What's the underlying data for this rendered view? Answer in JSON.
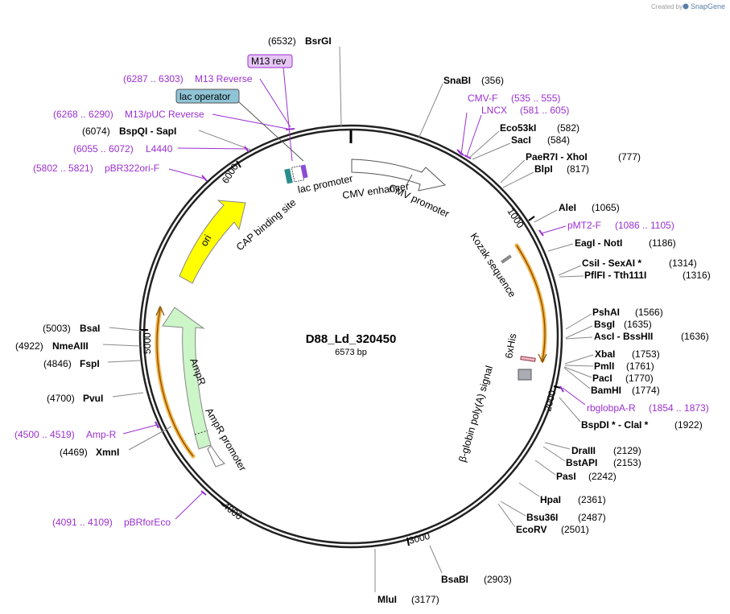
{
  "map": {
    "name": "D88_Ld_320450",
    "length_label": "6573 bp"
  },
  "credit": {
    "prefix": "Created by",
    "brand": "SnapGene"
  },
  "position_ticks": [
    "1000",
    "2000",
    "3000",
    "4000",
    "5000",
    "6000"
  ],
  "restriction_sites": [
    {
      "pos": "(6532)",
      "name": "BsrGI"
    },
    {
      "pos": "(356)",
      "name": "SnaBI"
    },
    {
      "pos": "(582)",
      "name": "Eco53kI"
    },
    {
      "pos": "(584)",
      "name": "SacI"
    },
    {
      "pos": "(777)",
      "name": "PaeR7I - XhoI"
    },
    {
      "pos": "(817)",
      "name": "BlpI"
    },
    {
      "pos": "(1065)",
      "name": "AleI"
    },
    {
      "pos": "(1186)",
      "name": "EagI - NotI"
    },
    {
      "pos": "(1314)",
      "name": "CsiI - SexAI *"
    },
    {
      "pos": "(1316)",
      "name": "PflFI - Tth111I"
    },
    {
      "pos": "(1566)",
      "name": "PshAI"
    },
    {
      "pos": "(1635)",
      "name": "BsgI"
    },
    {
      "pos": "(1636)",
      "name": "AscI - BssHII"
    },
    {
      "pos": "(1753)",
      "name": "XbaI"
    },
    {
      "pos": "(1761)",
      "name": "PmlI"
    },
    {
      "pos": "(1770)",
      "name": "PacI"
    },
    {
      "pos": "(1774)",
      "name": "BamHI"
    },
    {
      "pos": "(1922)",
      "name": "BspDI * - ClaI *"
    },
    {
      "pos": "(2129)",
      "name": "DraIII"
    },
    {
      "pos": "(2153)",
      "name": "BstAPI"
    },
    {
      "pos": "(2242)",
      "name": "PasI"
    },
    {
      "pos": "(2361)",
      "name": "HpaI"
    },
    {
      "pos": "(2487)",
      "name": "Bsu36I"
    },
    {
      "pos": "(2501)",
      "name": "EcoRV"
    },
    {
      "pos": "(2903)",
      "name": "BsaBI"
    },
    {
      "pos": "(3177)",
      "name": "MluI"
    },
    {
      "pos": "(4469)",
      "name": "XmnI"
    },
    {
      "pos": "(4700)",
      "name": "PvuI"
    },
    {
      "pos": "(4846)",
      "name": "FspI"
    },
    {
      "pos": "(4922)",
      "name": "NmeAIII"
    },
    {
      "pos": "(5003)",
      "name": "BsaI"
    },
    {
      "pos": "(6074)",
      "name": "BspQI - SapI"
    }
  ],
  "primers": [
    {
      "range": "(535 .. 555)",
      "name": "CMV-F"
    },
    {
      "name": "LNCX",
      "range": "(581 .. 605)"
    },
    {
      "name": "pMT2-F",
      "range": "(1086 .. 1105)"
    },
    {
      "name": "rbglobpA-R",
      "range": "(1854 .. 1873)"
    },
    {
      "range": "(6287 .. 6303)",
      "name": "M13 Reverse"
    },
    {
      "range": "(6268 .. 6290)",
      "name": "M13/pUC Reverse"
    },
    {
      "range": "(6055 .. 6072)",
      "name": "L4440"
    },
    {
      "range": "(5802 .. 5821)",
      "name": "pBR322ori-F"
    },
    {
      "range": "(4500 .. 4519)",
      "name": "Amp-R"
    },
    {
      "range": "(4091 .. 4109)",
      "name": "pBRforEco"
    }
  ],
  "boxed_labels": {
    "m13rev": "M13 rev",
    "lac_operator": "lac operator"
  },
  "features": {
    "lac_promoter": "lac promoter",
    "cmv_enhancer": "CMV enhancer",
    "cmv_promoter": "CMV promoter",
    "cap_site": "CAP binding site",
    "ori": "ori",
    "kozak": "Kozak sequence",
    "his": "6xHis",
    "globin_polya": "β-globin poly(A) signal",
    "ampr": "AmpR",
    "ampr_promoter": "AmpR promoter"
  },
  "colors": {
    "primer": "#9b30d0",
    "ori": "#ffff00",
    "ampr": "#ccf5c8",
    "orf_highlight": "#f5b041",
    "lac_operator_box": "#8fc4d6",
    "m13_box": "#e6c6f5"
  }
}
